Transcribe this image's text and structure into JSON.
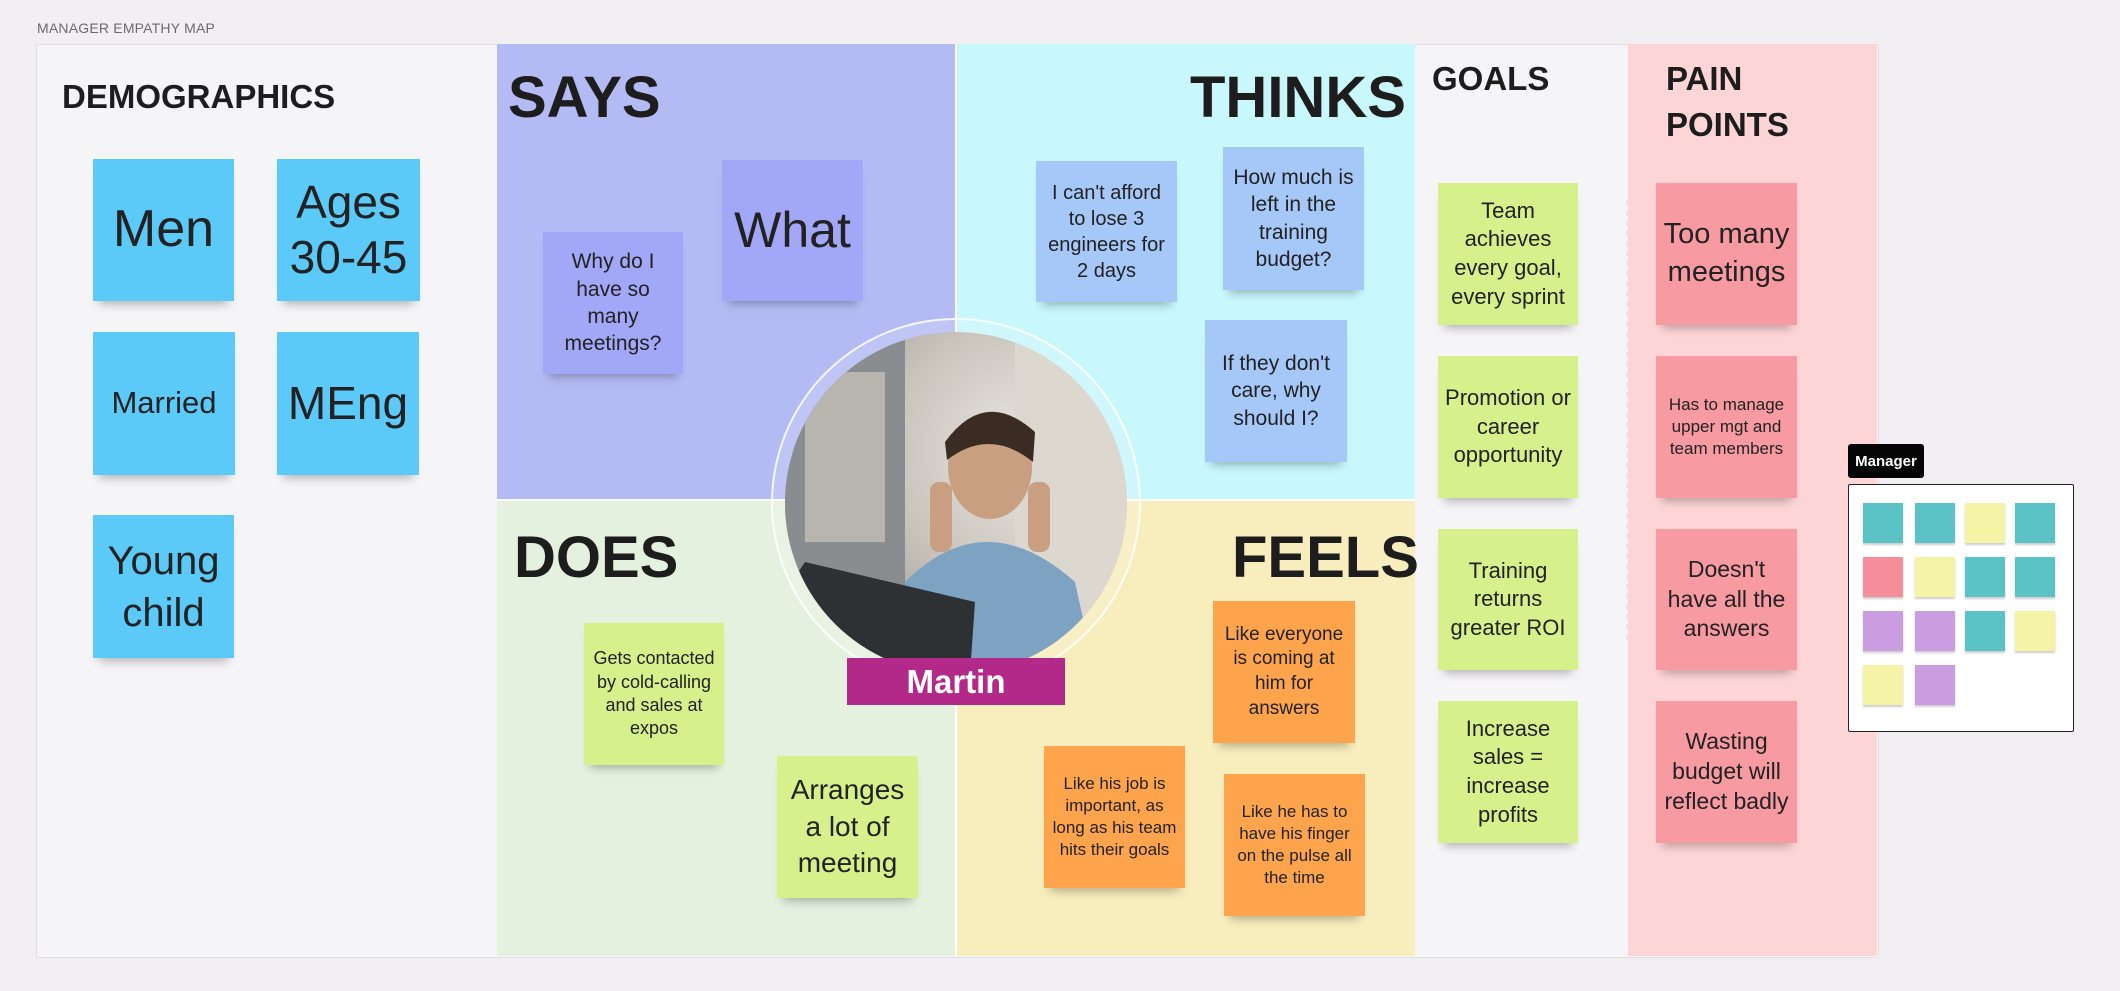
{
  "frame_title": "MANAGER EMPATHY MAP",
  "demographics": {
    "heading": "DEMOGRAPHICS",
    "notes": [
      "Men",
      "Ages 30-45",
      "Married",
      "MEng",
      "Young child"
    ]
  },
  "says": {
    "heading": "SAYS",
    "notes": [
      "Why do I have so many meetings?",
      "What"
    ]
  },
  "thinks": {
    "heading": "THINKS",
    "notes": [
      "I can't afford to lose 3 engineers for 2 days",
      "How much is left in the training budget?",
      "If they don't care, why should I?"
    ]
  },
  "does": {
    "heading": "DOES",
    "notes": [
      "Gets contacted by cold-calling and sales at expos",
      "Arranges a lot of meeting"
    ]
  },
  "feels": {
    "heading": "FEELS",
    "notes": [
      "Like everyone is coming at him for answers",
      "Like his job is important, as long as his team hits their goals",
      "Like he has to have his finger on the pulse all the time"
    ]
  },
  "persona": {
    "name": "Martin"
  },
  "goals": {
    "heading": "GOALS",
    "notes": [
      "Team achieves every goal, every sprint",
      "Promotion or career opportunity",
      "Training returns greater ROI",
      "Increase sales = increase profits"
    ]
  },
  "pain_points": {
    "heading_line1": "PAIN",
    "heading_line2": "POINTS",
    "notes": [
      "Too many meetings",
      "Has to manage upper mgt and team members",
      "Doesn't have all the answers",
      "Wasting budget will reflect badly"
    ]
  },
  "mini_frame": {
    "label": "Manager"
  },
  "colors": {
    "says_bg": "#b4bbf4",
    "thinks_bg": "#c8f7fc",
    "does_bg": "#e4f1df",
    "feels_bg": "#f8edbc",
    "pain_bg": "#fdd5d6",
    "name_badge": "#b2298a",
    "demo_note": "#5ccaf8"
  }
}
